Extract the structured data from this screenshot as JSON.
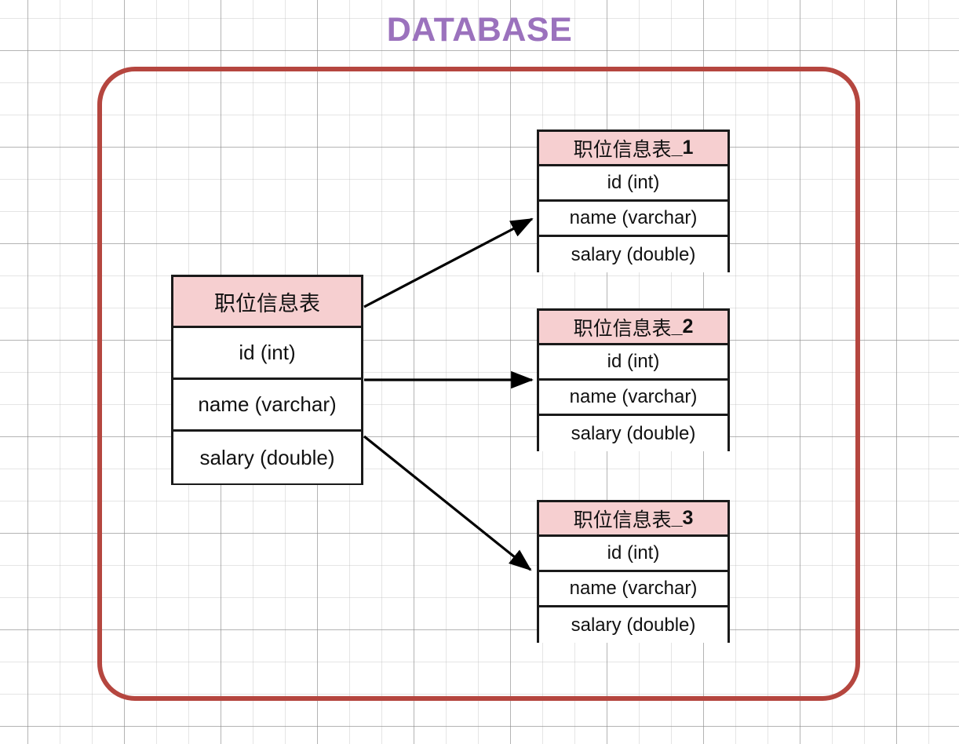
{
  "title": "DATABASE",
  "colors": {
    "title": "#9b72bd",
    "container_border": "#b5463f",
    "table_header_fill": "#f6cfd0",
    "table_border": "#1a1a1a",
    "arrow": "#000000"
  },
  "container": {
    "label": "DATABASE"
  },
  "tables": {
    "main": {
      "name_cn": "职位信息表",
      "name_suffix": "",
      "rows": [
        "id (int)",
        "name (varchar)",
        "salary (double)"
      ]
    },
    "shards": [
      {
        "name_cn": "职位信息表",
        "name_suffix": "_1",
        "rows": [
          "id (int)",
          "name (varchar)",
          "salary (double)"
        ]
      },
      {
        "name_cn": "职位信息表",
        "name_suffix": "_2",
        "rows": [
          "id (int)",
          "name (varchar)",
          "salary (double)"
        ]
      },
      {
        "name_cn": "职位信息表",
        "name_suffix": "_3",
        "rows": [
          "id (int)",
          "name (varchar)",
          "salary (double)"
        ]
      }
    ]
  },
  "connections": [
    {
      "from": "main",
      "to": "shard-1"
    },
    {
      "from": "main",
      "to": "shard-2"
    },
    {
      "from": "main",
      "to": "shard-3"
    }
  ]
}
